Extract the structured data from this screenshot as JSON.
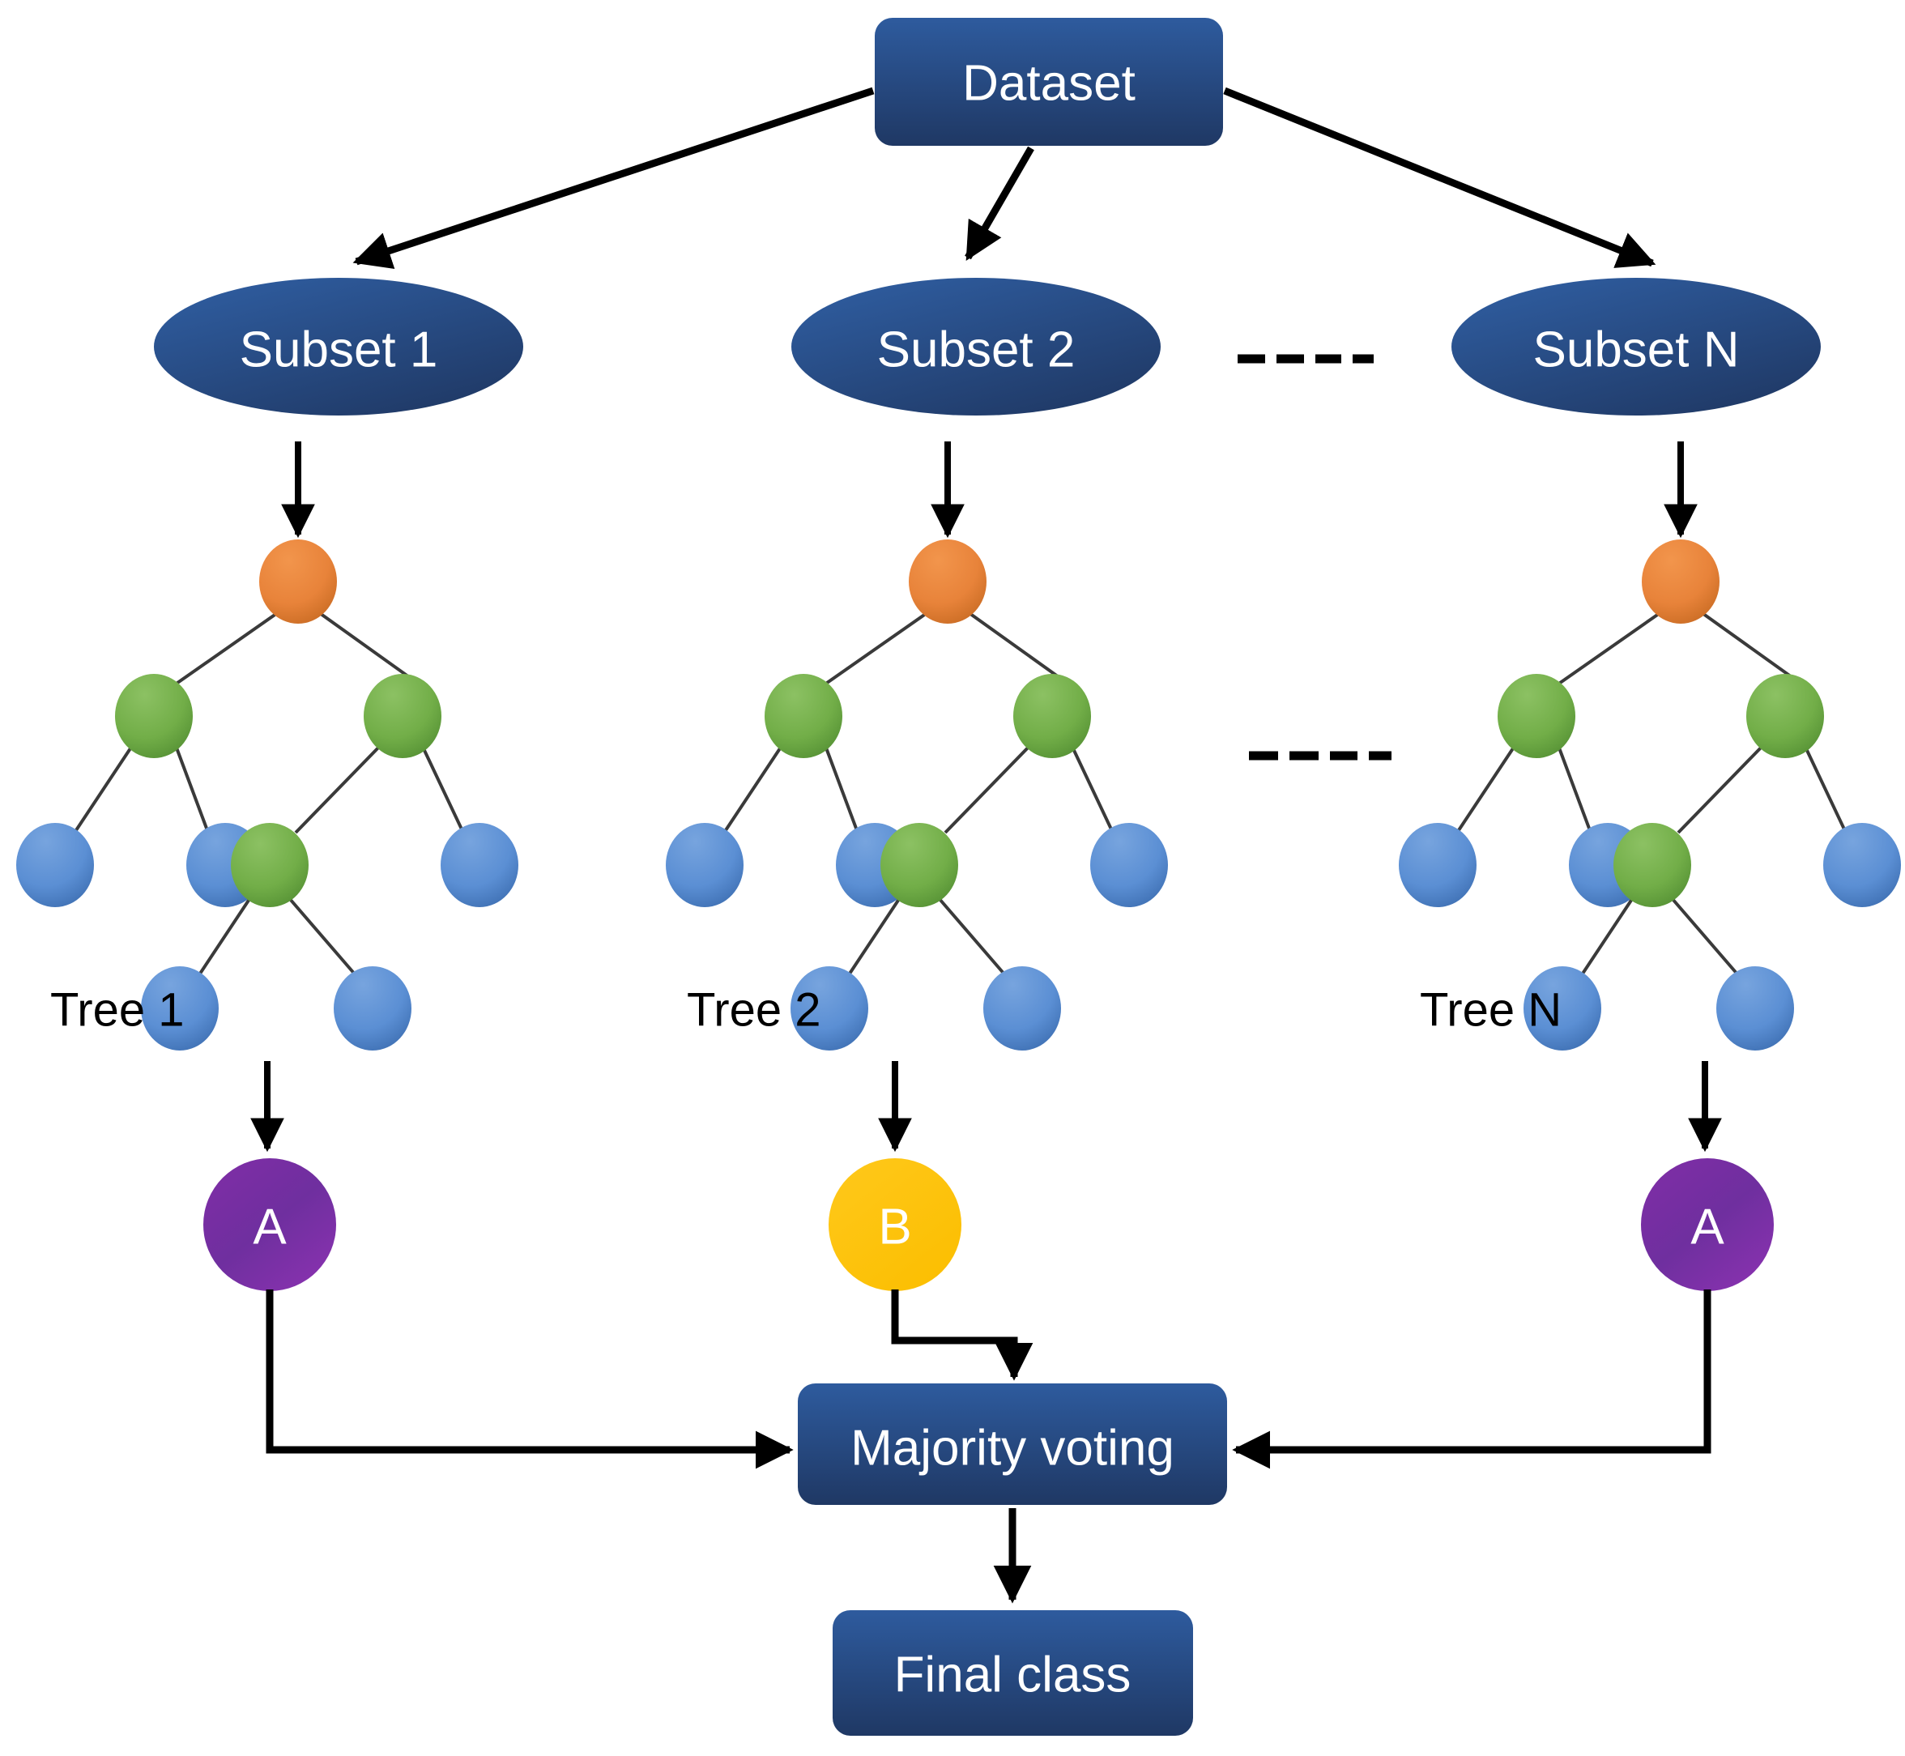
{
  "diagram": {
    "title_nodes": {
      "dataset": "Dataset",
      "majority_voting": "Majority voting",
      "final_class": "Final class"
    },
    "subsets": [
      {
        "label": "Subset 1"
      },
      {
        "label": "Subset 2"
      },
      {
        "label": "Subset N"
      }
    ],
    "trees": [
      {
        "label": "Tree 1",
        "prediction": "A",
        "prediction_color": "#7030A0"
      },
      {
        "label": "Tree 2",
        "prediction": "B",
        "prediction_color": "#FFC000"
      },
      {
        "label": "Tree N",
        "prediction": "A",
        "prediction_color": "#7030A0"
      }
    ],
    "ellipsis": [
      {
        "name": "ellipsis-subsets",
        "text": "- - - -"
      },
      {
        "name": "ellipsis-trees",
        "text": "- - - -"
      }
    ],
    "colors": {
      "box_blue_top": "#2E5B9E",
      "box_blue_bottom": "#1F3864",
      "ellipse_blue_top": "#2E5B9E",
      "ellipse_blue_bottom": "#1F3864",
      "root_orange": "#E8833A",
      "branch_green": "#70AD47",
      "leaf_blue": "#5B8FD4",
      "class_a_purple": "#7030A0",
      "class_b_yellow": "#FFC000",
      "edge_gray": "#3A3A3A",
      "arrow_black": "#000000",
      "background": "#FFFFFF"
    }
  }
}
